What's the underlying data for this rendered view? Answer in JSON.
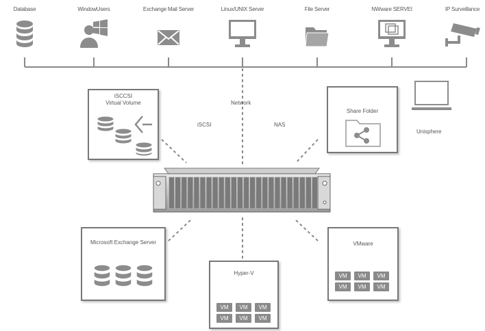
{
  "top_nodes": [
    {
      "label": "Database",
      "icon": "database-icon"
    },
    {
      "label": "WindowUsers",
      "icon": "windows-user-icon"
    },
    {
      "label": "Exchange Mail Server",
      "icon": "mail-envelope-icon"
    },
    {
      "label": "Linux/UNIX Server",
      "icon": "monitor-icon"
    },
    {
      "label": "File Server",
      "icon": "folder-icon"
    },
    {
      "label": "NWware SERVEI",
      "icon": "vmware-monitor-icon"
    },
    {
      "label": "IP Surveillance",
      "icon": "security-camera-icon"
    }
  ],
  "links": {
    "network": "Network",
    "iscsi": "iSCSI",
    "nas": "NAS"
  },
  "boxes": {
    "iscsi_volume": {
      "line1": "iSCCSI",
      "line2": "Virtual Volume"
    },
    "share_folder": {
      "title": "Share Folder"
    },
    "unisphere": {
      "label": "Unisphere"
    },
    "exchange": {
      "title": "Microsoft Exchange Server"
    },
    "hyperv": {
      "title": "Hyper-V"
    },
    "vmware": {
      "title": "VMware"
    }
  },
  "vm_label": "VM",
  "colors": {
    "line": "#888888",
    "icon": "#8c8c8c",
    "box_border": "#777777"
  }
}
